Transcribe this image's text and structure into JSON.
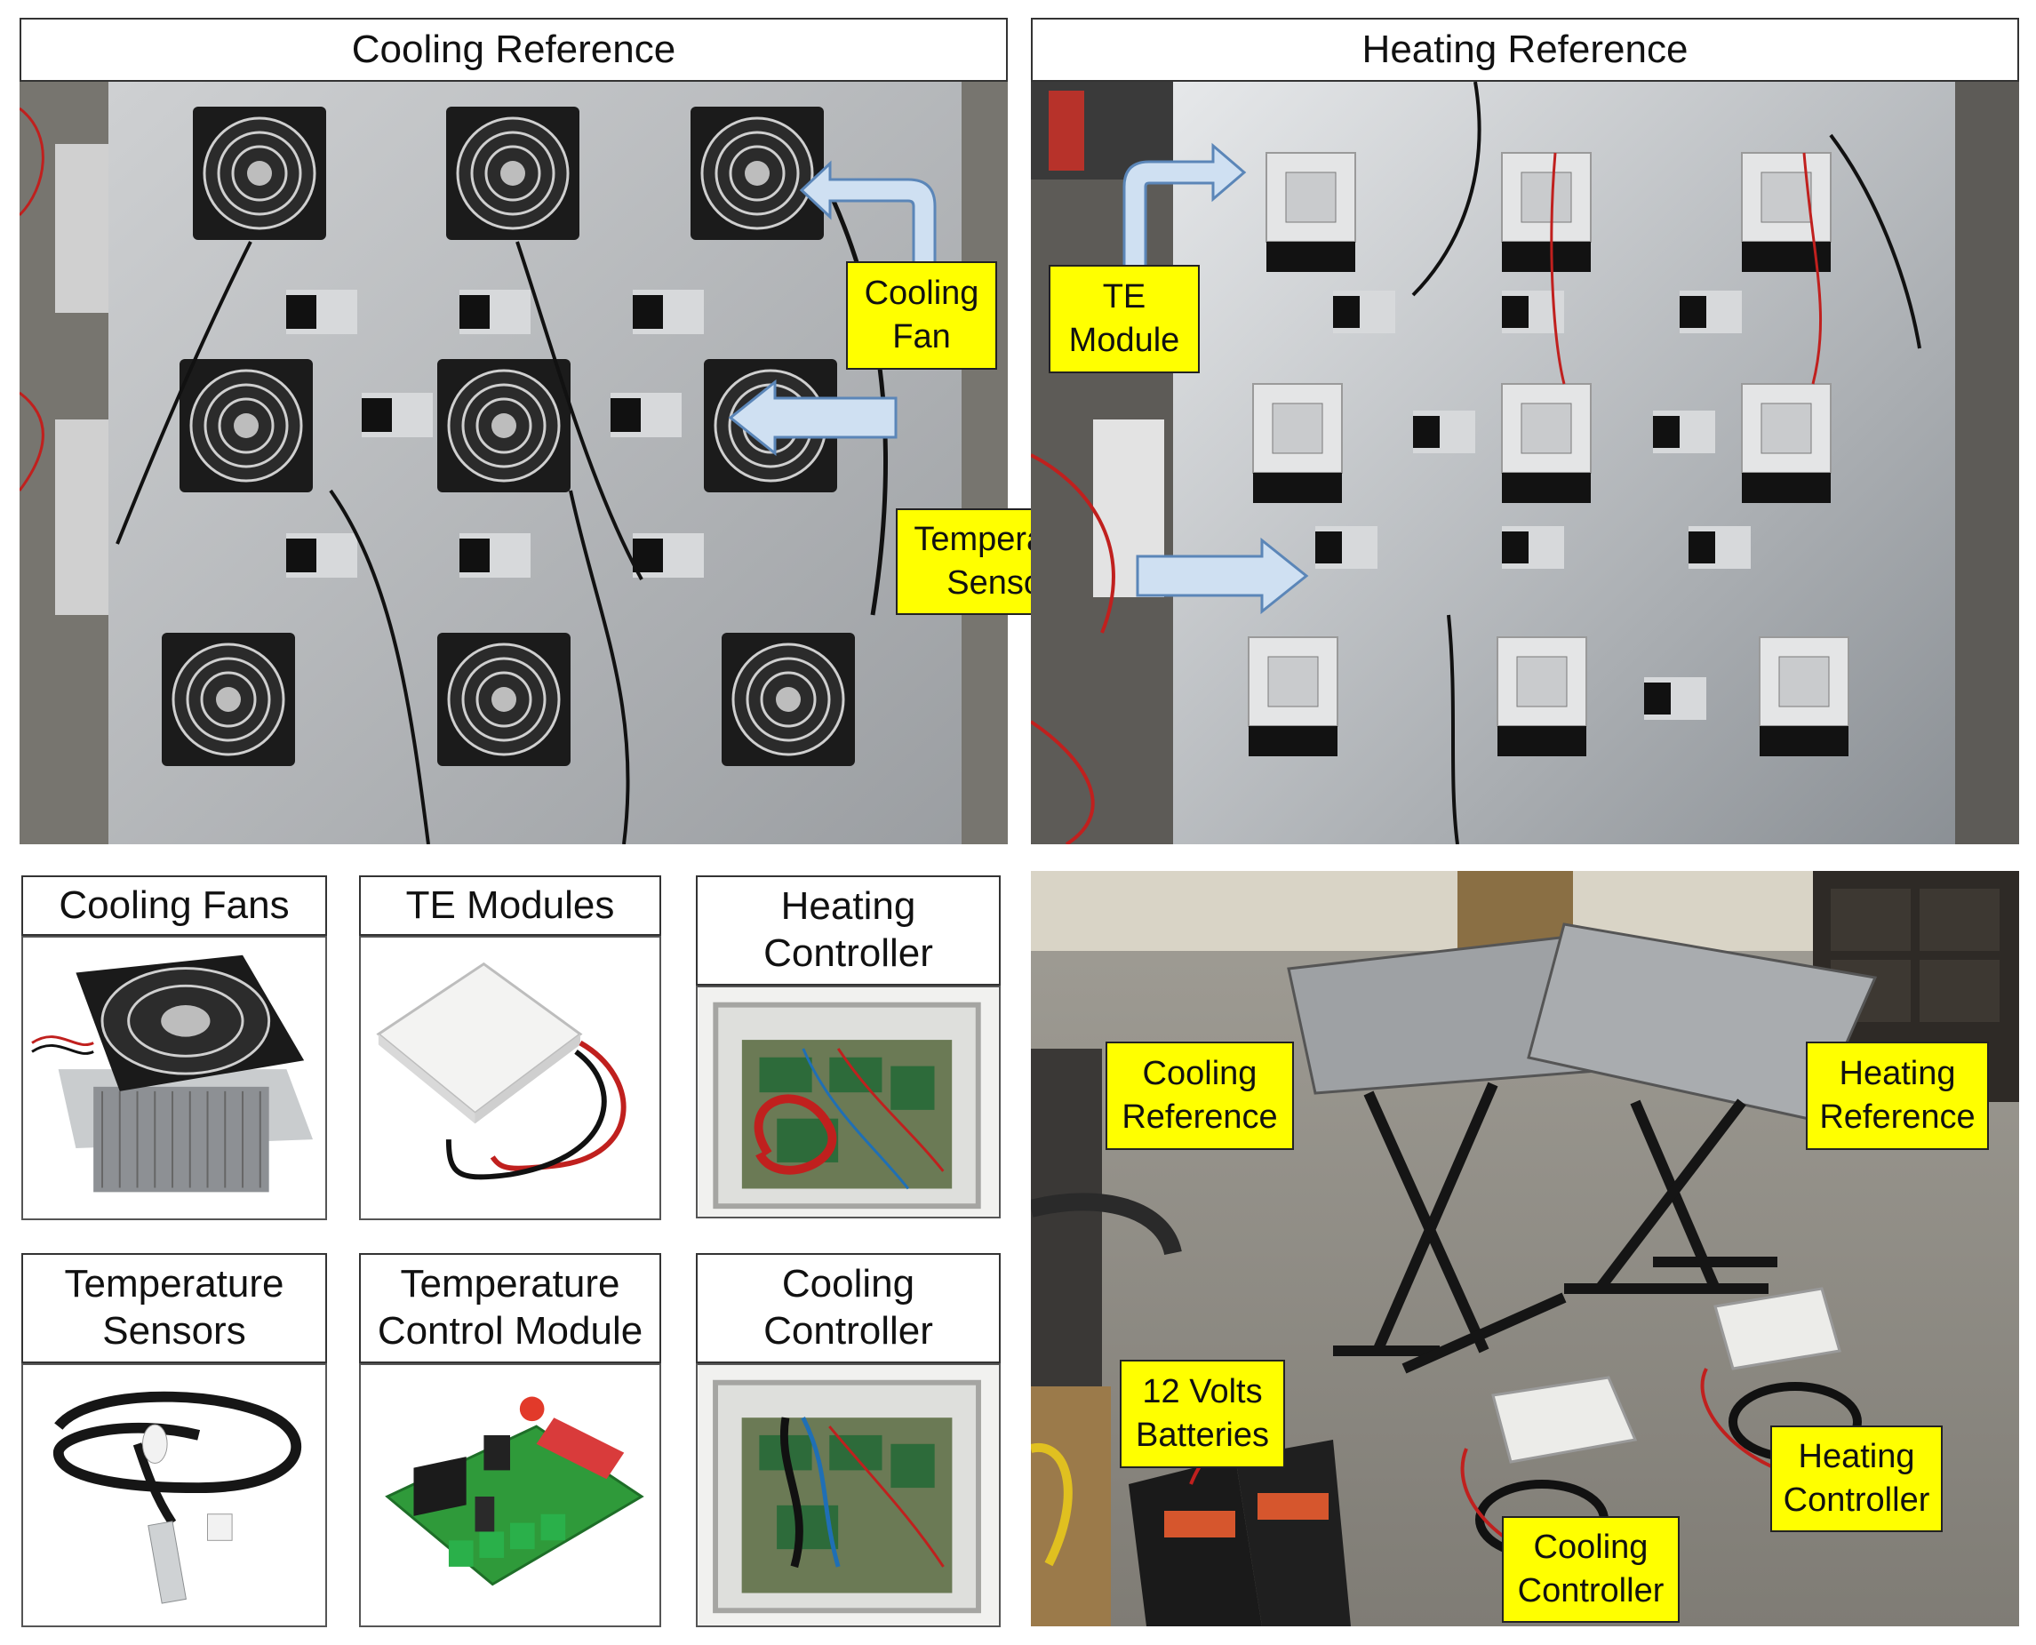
{
  "panels": {
    "cooling_reference": {
      "title": "Cooling Reference",
      "labels": {
        "cooling_fan": "Cooling\nFan",
        "temperature_sensors": "Temperature\nSensors"
      }
    },
    "heating_reference": {
      "title": "Heating Reference",
      "labels": {
        "te_module": "TE\nModule"
      }
    },
    "components": {
      "cooling_fans": "Cooling Fans",
      "te_modules": "TE Modules",
      "heating_controller": "Heating\nController",
      "temperature_sensors": "Temperature\nSensors",
      "temperature_control_module": "Temperature\nControl Module",
      "cooling_controller": "Cooling\nController"
    },
    "setup": {
      "labels": {
        "cooling_reference": "Cooling\nReference",
        "heating_reference": "Heating\nReference",
        "batteries": "12 Volts\nBatteries",
        "cooling_controller": "Cooling\nController",
        "heating_controller": "Heating\nController"
      }
    }
  },
  "colors": {
    "label_fill": "#ffff00",
    "arrow_fill": "#cfe0f2",
    "arrow_stroke": "#5b86b8",
    "plate": "#b9bcbf",
    "floor": "#8f8c85"
  }
}
